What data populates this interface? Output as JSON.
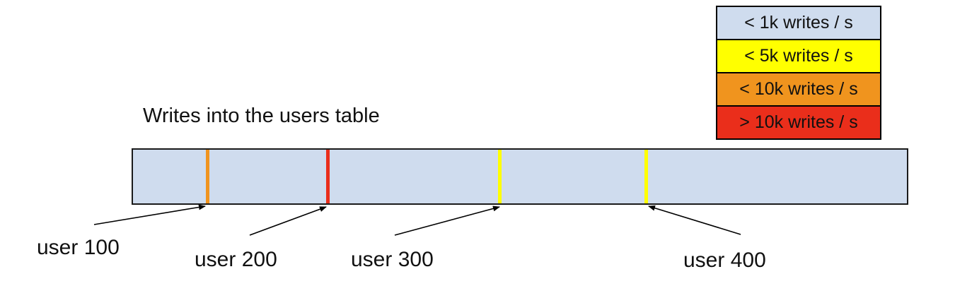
{
  "title": "Writes into the users table",
  "legend": {
    "items": [
      {
        "label": "< 1k writes / s",
        "color": "#cfdcee"
      },
      {
        "label": "< 5k writes / s",
        "color": "#ffff00"
      },
      {
        "label": "< 10k writes / s",
        "color": "#f0941e"
      },
      {
        "label": "> 10k writes / s",
        "color": "#ea2e1b"
      }
    ]
  },
  "bar": {
    "fill": "#cfdcee",
    "markers": [
      {
        "user": "user 100",
        "color": "#f0941e"
      },
      {
        "user": "user 200",
        "color": "#ea2e1b"
      },
      {
        "user": "user 300",
        "color": "#ffff00"
      },
      {
        "user": "user 400",
        "color": "#ffff00"
      }
    ]
  }
}
